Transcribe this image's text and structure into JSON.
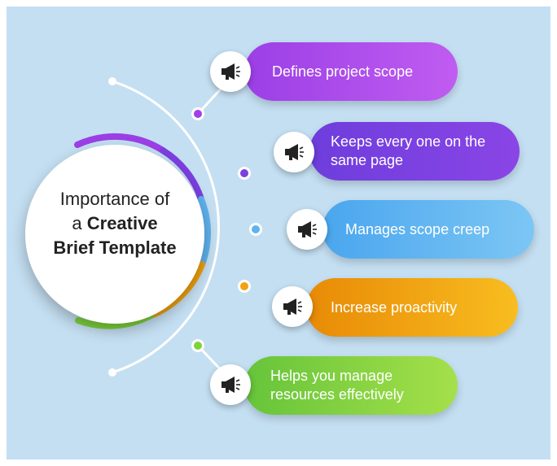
{
  "title": {
    "line1": "Importance of",
    "line2_prefix": "a ",
    "line2_bold": "Creative",
    "line3_bold": "Brief Template"
  },
  "items": [
    {
      "label": "Defines project scope",
      "color": "#a13ee8",
      "icon": "megaphone-icon"
    },
    {
      "label": "Keeps every one on the same page",
      "color": "#7c3fe0",
      "icon": "megaphone-icon"
    },
    {
      "label": "Manages scope creep",
      "color": "#5fb3ef",
      "icon": "megaphone-icon"
    },
    {
      "label": "Increase proactivity",
      "color": "#f2a20c",
      "icon": "megaphone-icon"
    },
    {
      "label": "Helps you manage resources effectively",
      "color": "#7ed33b",
      "icon": "megaphone-icon"
    }
  ],
  "colors": {
    "background": "#c4dff2",
    "purple": "#a13ee8",
    "violet": "#7c3fe0",
    "blue": "#5fb3ef",
    "orange": "#f2a20c",
    "green": "#7ed33b"
  }
}
